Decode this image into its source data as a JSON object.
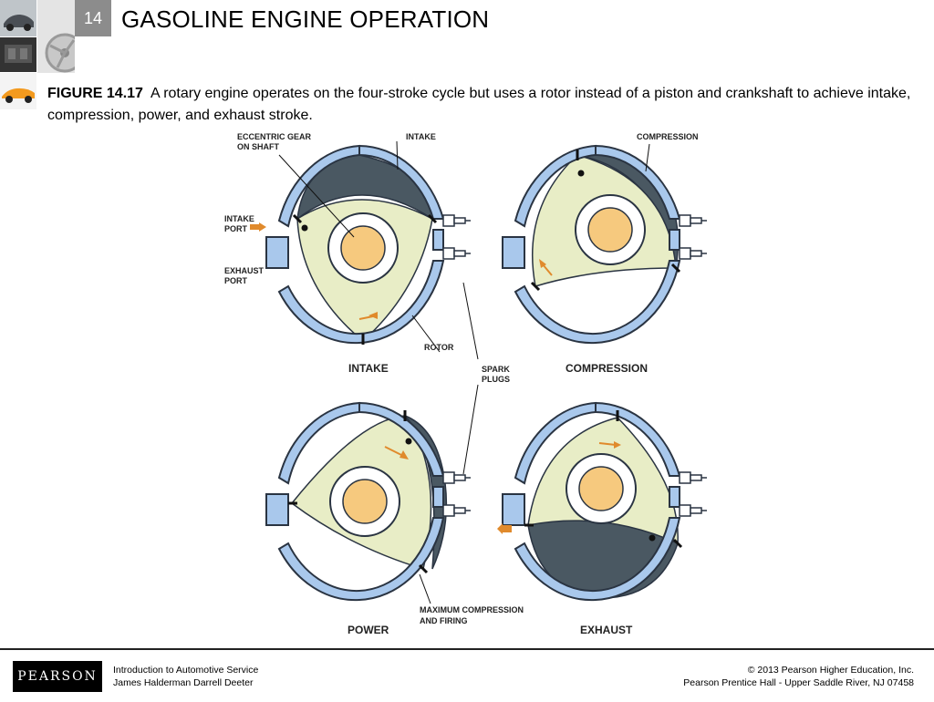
{
  "slide": {
    "number": "14",
    "title": "GASOLINE ENGINE OPERATION"
  },
  "caption": {
    "figure_label": "FIGURE 14.17",
    "text": "A rotary engine operates on the four-stroke cycle but uses a rotor instead of a piston and crankshaft to achieve intake, compression, power, and exhaust stroke."
  },
  "diagram": {
    "labels": {
      "eccentric_gear_1": "ECCENTRIC GEAR",
      "eccentric_gear_2": "ON SHAFT",
      "intake_top": "INTAKE",
      "compression_top": "COMPRESSION",
      "intake_port_1": "INTAKE",
      "intake_port_2": "PORT",
      "exhaust_port_1": "EXHAUST",
      "exhaust_port_2": "PORT",
      "rotor": "ROTOR",
      "spark_plugs_1": "SPARK",
      "spark_plugs_2": "PLUGS",
      "max_comp_1": "MAXIMUM COMPRESSION",
      "max_comp_2": "AND FIRING"
    },
    "stages": {
      "intake": "INTAKE",
      "compression": "COMPRESSION",
      "power": "POWER",
      "exhaust": "EXHAUST"
    },
    "colors": {
      "housing": "#a9c8ec",
      "housing_stroke": "#2a3442",
      "rotor": "#e8edc6",
      "gear": "#f6c97e",
      "chamber": "#4a5862",
      "arrow": "#e08a2c"
    }
  },
  "footer": {
    "logo": "PEARSON",
    "book_title": "Introduction to Automotive Service",
    "authors": "James Halderman  Darrell Deeter",
    "copyright": "© 2013  Pearson Higher Education, Inc.",
    "publisher": "Pearson Prentice Hall - Upper Saddle River, NJ 07458"
  }
}
